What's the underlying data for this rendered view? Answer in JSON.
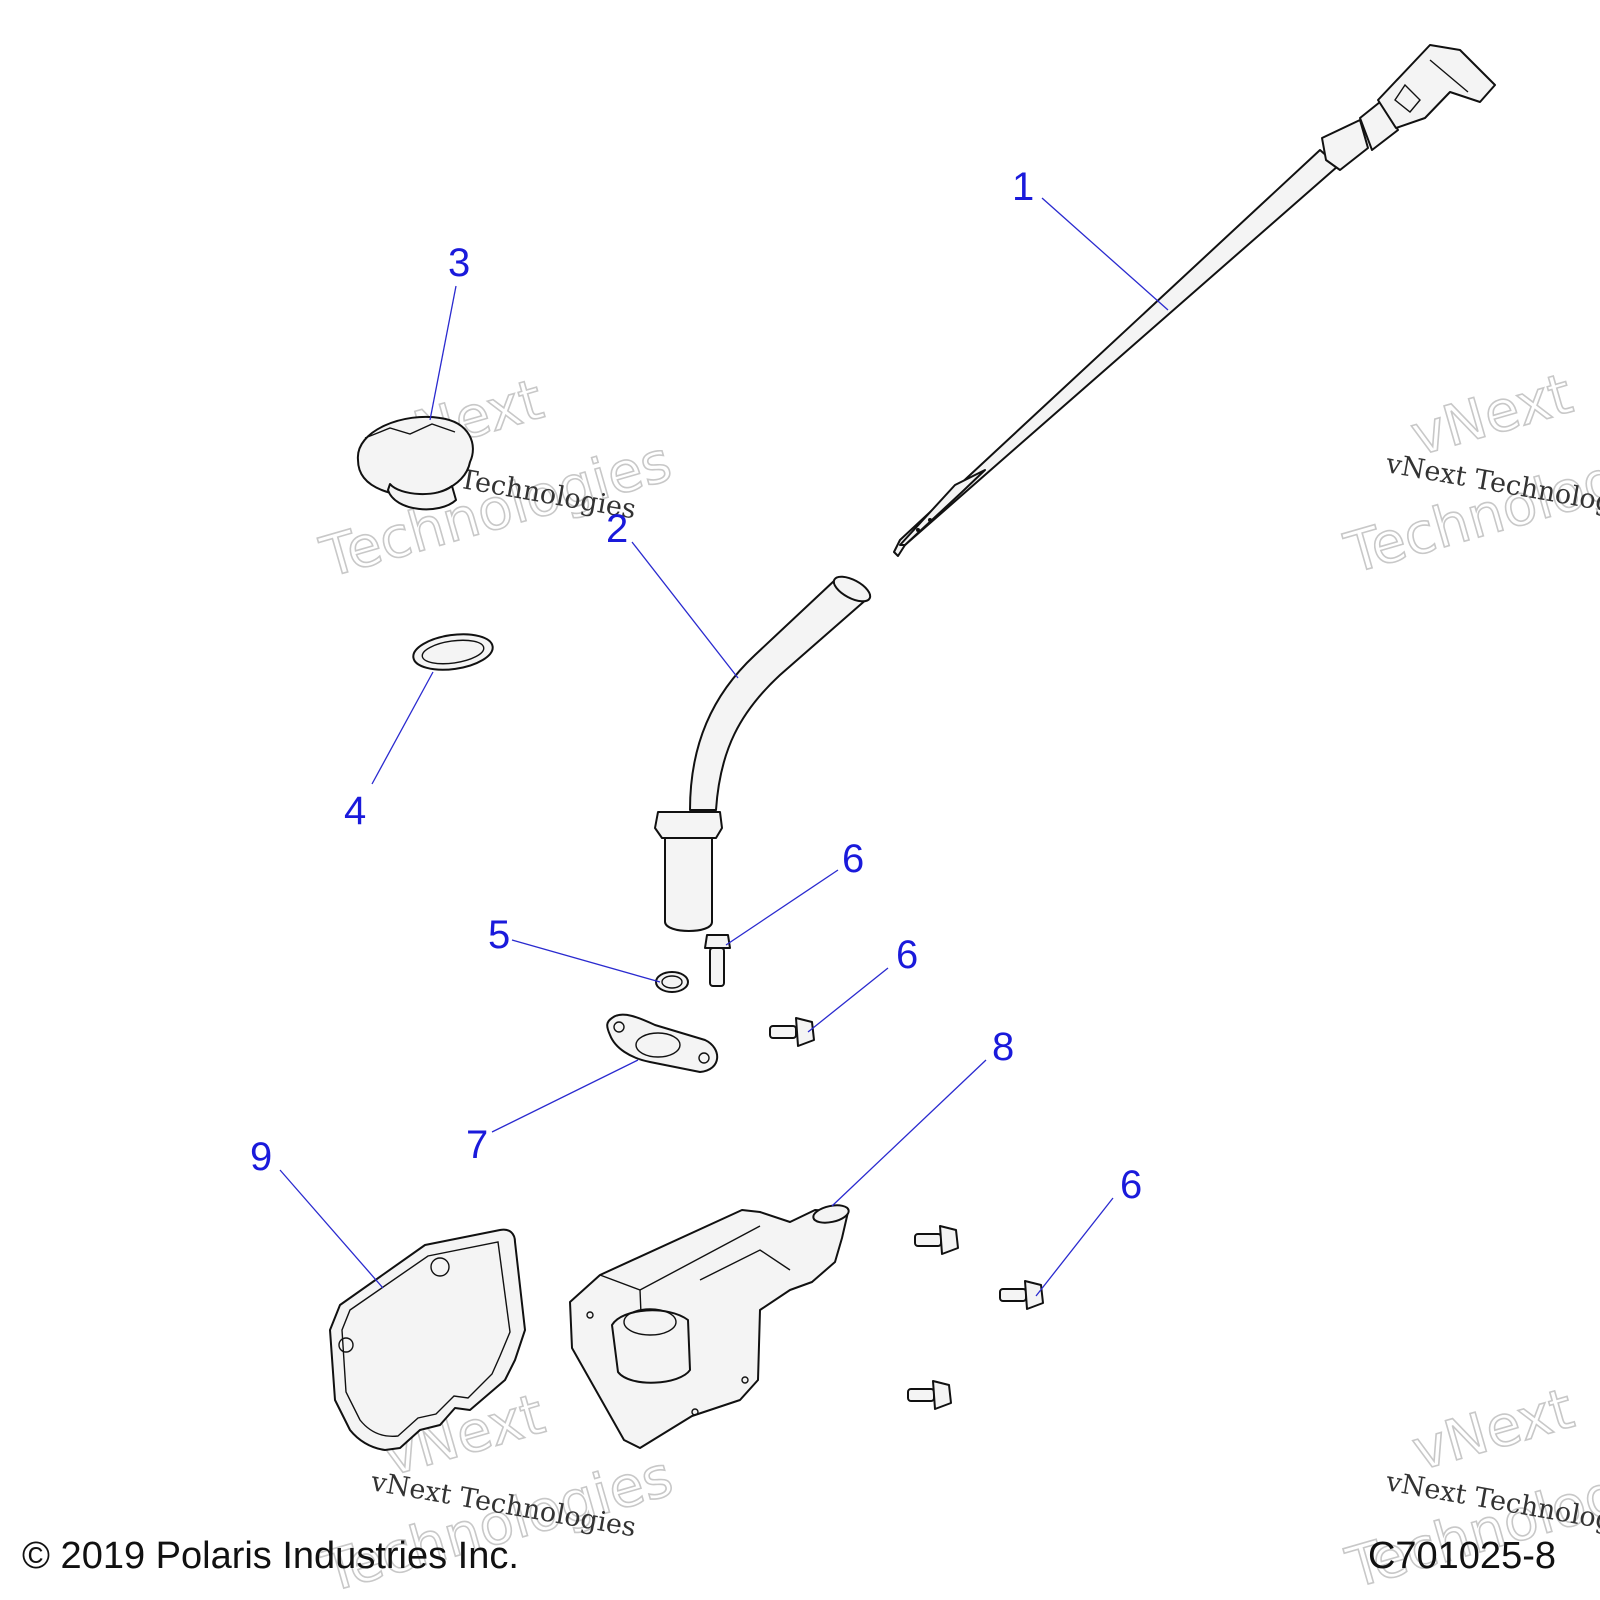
{
  "callouts": {
    "c1": "1",
    "c2": "2",
    "c3": "3",
    "c4": "4",
    "c5": "5",
    "c6a": "6",
    "c6b": "6",
    "c6c": "6",
    "c7": "7",
    "c8": "8",
    "c9": "9"
  },
  "footer": {
    "copyright": "© 2019 Polaris Industries Inc.",
    "figure_id": "C701025-8"
  },
  "watermark": {
    "line1": "vNext Technologies",
    "line2": "vNext",
    "line3": "Technologies"
  },
  "colors": {
    "callout": "#1a1adb",
    "leader": "#2a2acf"
  }
}
